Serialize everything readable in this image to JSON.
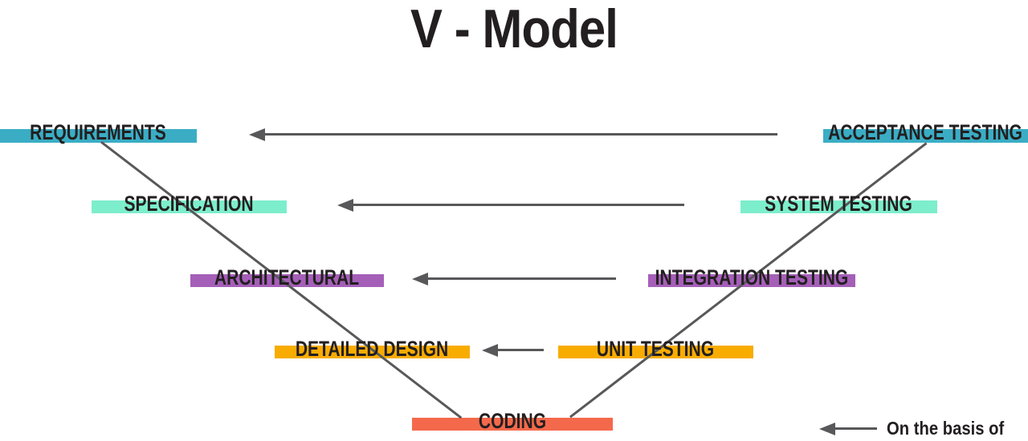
{
  "title": "V - Model",
  "colors": {
    "teal": "#3aadc5",
    "mint": "#7deecb",
    "purple": "#a55fb8",
    "amber": "#f9ac00",
    "coral": "#f4694b",
    "line": "#58585a",
    "text": "#231f20"
  },
  "stages": {
    "left": [
      {
        "label": "REQUIREMENTS",
        "color": "#3aadc5"
      },
      {
        "label": "SPECIFICATION",
        "color": "#7deecb"
      },
      {
        "label": "ARCHITECTURAL",
        "color": "#a55fb8"
      },
      {
        "label": "DETAILED DESIGN",
        "color": "#f9ac00"
      }
    ],
    "right": [
      {
        "label": "ACCEPTANCE TESTING",
        "color": "#3aadc5"
      },
      {
        "label": "SYSTEM TESTING",
        "color": "#7deecb"
      },
      {
        "label": "INTEGRATION TESTING",
        "color": "#a55fb8"
      },
      {
        "label": "UNIT TESTING",
        "color": "#f9ac00"
      }
    ],
    "bottom": {
      "label": "CODING",
      "color": "#f4694b"
    }
  },
  "legend": {
    "label": "On the basis of"
  }
}
